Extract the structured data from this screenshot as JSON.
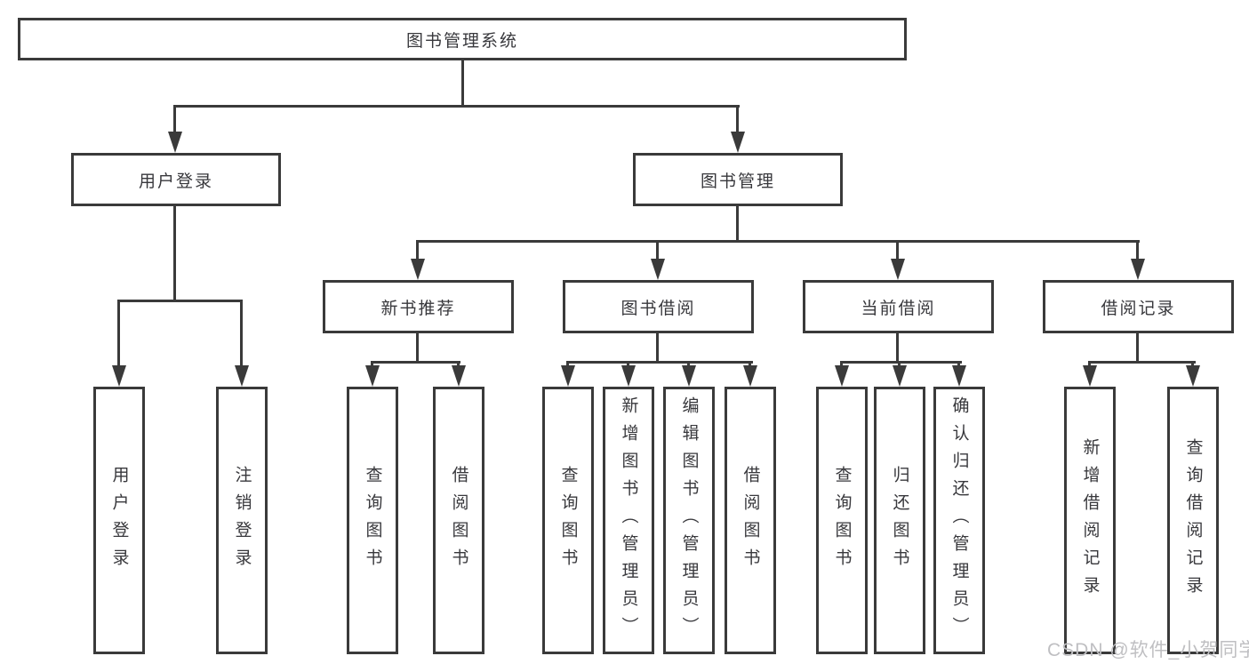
{
  "tree": {
    "root": "图书管理系统",
    "user_login": "用户登录",
    "book_management": "图书管理",
    "new_book_recommend": "新书推荐",
    "book_borrow": "图书借阅",
    "current_borrow": "当前借阅",
    "borrow_records": "借阅记录",
    "leaves": {
      "user_login": [
        "用户登录",
        "注销登录"
      ],
      "new_book_recommend": [
        "查询图书",
        "借阅图书"
      ],
      "book_borrow": [
        "查询图书",
        "新增图书（管理员）",
        "编辑图书（管理员）",
        "借阅图书"
      ],
      "current_borrow": [
        "查询图书",
        "归还图书",
        "确认归还（管理员）"
      ],
      "borrow_records": [
        "新增借阅记录",
        "查询借阅记录"
      ]
    }
  },
  "watermark": "CSDN @软件_小贺同学",
  "colors": {
    "line": "#3a3a3a",
    "text": "#38383c",
    "watermark": "#bfbfc2",
    "background": "#ffffff"
  }
}
